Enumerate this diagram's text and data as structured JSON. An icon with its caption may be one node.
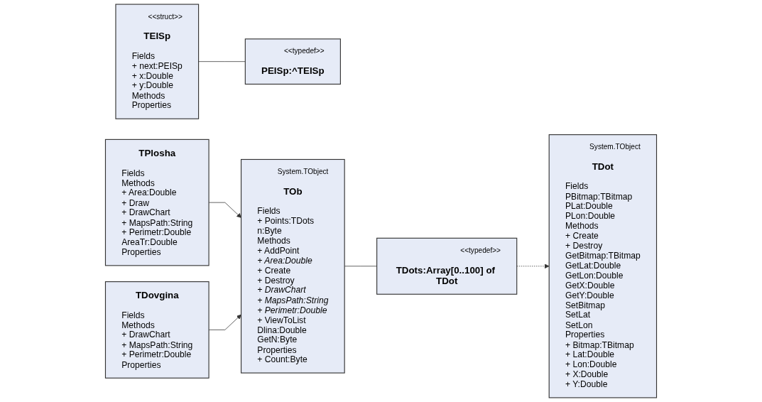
{
  "diagram": {
    "nodes": [
      {
        "text": [
          "<<struct>>",
          "TEISp",
          "Fields",
          "+ next:PEISp",
          "+ x:Double",
          "+ y:Double",
          "Methods",
          "Properties"
        ]
      },
      {
        "text": [
          "<<typedef>>",
          "PEISp:^TEISp"
        ]
      },
      {
        "text": [
          "TPlosha",
          "Fields",
          "Methods",
          "+ Area:Double",
          "+ Draw",
          "+ DrawChart",
          "+ MapsPath:String",
          "+ Perimetr:Double",
          "AreaTr:Double",
          "Properties"
        ]
      },
      {
        "text": [
          "System.TObject",
          "TOb",
          "Fields",
          "+ Points:TDots",
          "n:Byte",
          "Methods",
          "+ AddPoint",
          "+ Area:Double",
          "+ Create",
          "+ Destroy",
          "+ DrawChart",
          "+ MapsPath:String",
          "+ Perimetr:Double",
          "+ ViewToList",
          "Dlina:Double",
          "GetN:Byte",
          "Properties",
          "+ Count:Byte"
        ]
      },
      {
        "text": [
          "TDovgina",
          "Fields",
          "Methods",
          "+ DrawChart",
          "+ MapsPath:String",
          "+ Perimetr:Double",
          "Properties"
        ]
      },
      {
        "text": [
          "System.TObject",
          "TDot",
          "Fields",
          "PBitmap:TBitmap",
          "PLat:Double",
          "PLon:Double",
          "Methods",
          "+ Create",
          "+ Destroy",
          "GetBitmap:TBitmap",
          "GetLat:Double",
          "GetLon:Double",
          "GetX:Double",
          "GetY:Double",
          "SetBitmap",
          "SetLat",
          "SetLon",
          "Properties",
          "+ Bitmap:TBitmap",
          "+ Lat:Double",
          "+ Lon:Double",
          "+ X:Double",
          "+ Y:Double"
        ]
      },
      {
        "text": [
          "<<typedef>>",
          "TDots:Array[0..100] of TDot"
        ]
      }
    ],
    "edges": [
      {
        "from": 0,
        "to": 1,
        "arrow": "none"
      },
      {
        "from": 2,
        "to": 3,
        "arrow": "to"
      },
      {
        "from": 4,
        "to": 3,
        "arrow": "to"
      },
      {
        "from": 3,
        "to": 6,
        "arrow": "none"
      },
      {
        "from": 6,
        "to": 5,
        "arrow": "to",
        "style": "dashed"
      }
    ]
  }
}
